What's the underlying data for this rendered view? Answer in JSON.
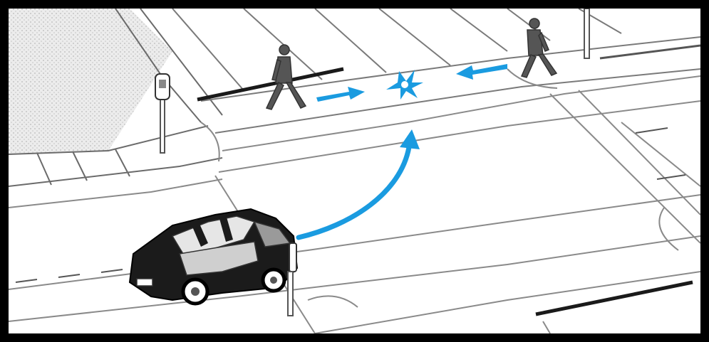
{
  "scene": {
    "type": "illustration",
    "subject": "intersection-crosswalk-conflict",
    "colors": {
      "frame": "#000000",
      "ground": "#ffffff",
      "line": "#3a3a3a",
      "light_line": "#9a9a9a",
      "hatch": "#d9d9d9",
      "arrow": "#1a9be0",
      "car_body": "#1b1b1b",
      "car_highlight": "#e6e6e6",
      "pedestrian": "#555555"
    },
    "icons": [
      "pedestrian-left",
      "pedestrian-right",
      "car",
      "parking-meter",
      "crosswalk-arrow-right",
      "crosswalk-arrow-left",
      "conflict-burst",
      "turn-arrow"
    ]
  }
}
